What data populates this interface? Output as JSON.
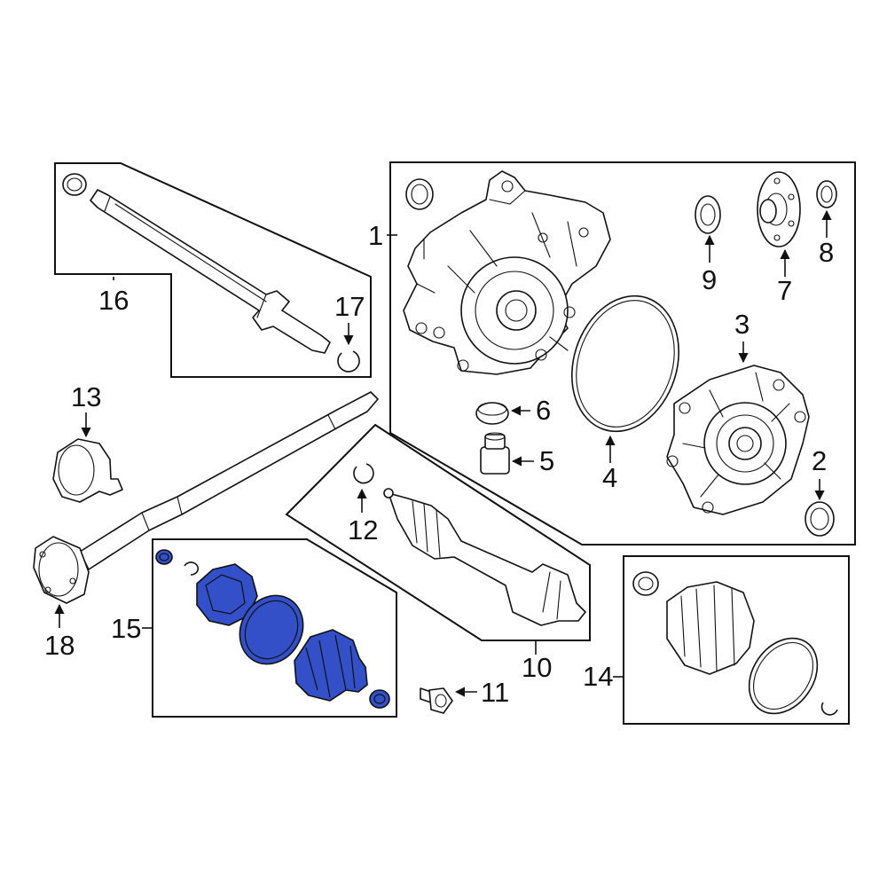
{
  "diagram": {
    "highlight_color": "#3350c8",
    "callouts": {
      "c1": "1",
      "c2": "2",
      "c3": "3",
      "c4": "4",
      "c5": "5",
      "c6": "6",
      "c7": "7",
      "c8": "8",
      "c9": "9",
      "c10": "10",
      "c11": "11",
      "c12": "12",
      "c13": "13",
      "c14": "14",
      "c15": "15",
      "c16": "16",
      "c17": "17",
      "c18": "18"
    }
  }
}
